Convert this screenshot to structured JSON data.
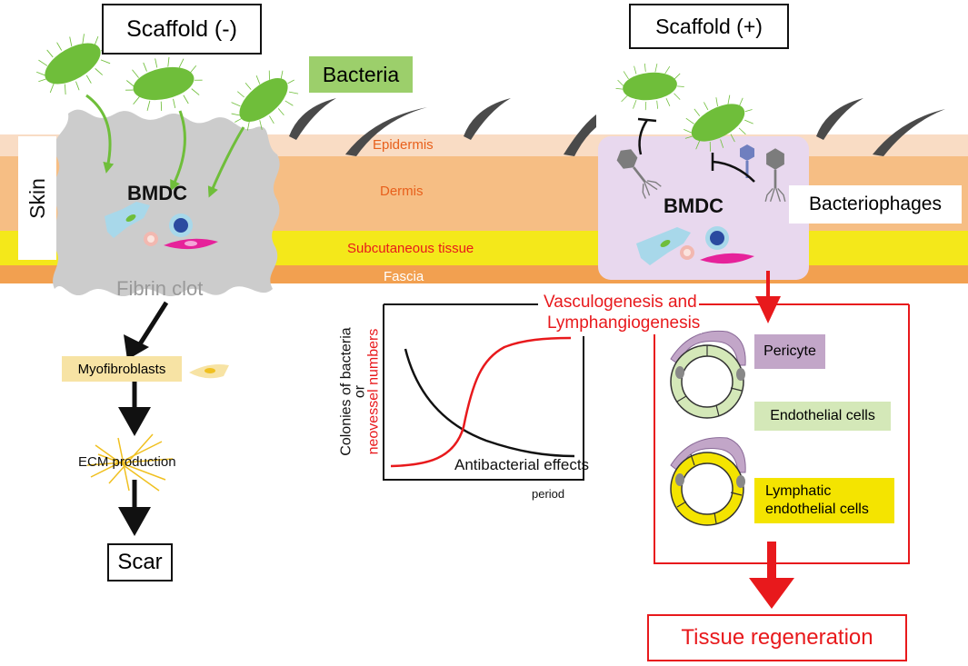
{
  "labels": {
    "scaffold_neg": "Scaffold (-)",
    "scaffold_pos": "Scaffold (+)",
    "bacteria": "Bacteria",
    "skin": "Skin",
    "epidermis": "Epidermis",
    "dermis": "Dermis",
    "subcutaneous": "Subcutaneous tissue",
    "fascia": "Fascia",
    "bmdc_left": "BMDC",
    "bmdc_right": "BMDC",
    "bacteriophages": "Bacteriophages",
    "fibrin_clot": "Fibrin clot",
    "myofibroblasts": "Myofibroblasts",
    "ecm": "ECM production",
    "scar": "Scar",
    "vasculo_line1": "Vasculogenesis and",
    "vasculo_line2": "Lymphangiogenesis",
    "pericyte": "Pericyte",
    "endothelial": "Endothelial cells",
    "lymphatic_line1": "Lymphatic",
    "lymphatic_line2": "endothelial cells",
    "tissue_regen": "Tissue regeneration"
  },
  "graph": {
    "ylabel_top": "Colonies of bacteria",
    "ylabel_mid": "or",
    "ylabel_red": "neovessel numbers",
    "xlabel": "period",
    "curve_label": "Antibacterial effects"
  },
  "colors": {
    "epidermis": "#f9dcc4",
    "dermis": "#f6be84",
    "subcutaneous": "#f4e81a",
    "fascia": "#f2a050",
    "bacteria": "#6fbe3a",
    "bacteria_label_bg": "#9ccf6b",
    "clot": "#cccccc",
    "scaffold": "#e8d8ee",
    "red": "#e8191c",
    "pericyte_bg": "#c2a6c8",
    "endothelial_bg": "#d4e8b8",
    "lymphatic_bg": "#f4e400",
    "myofibroblast_bg": "#f7e3a4"
  }
}
